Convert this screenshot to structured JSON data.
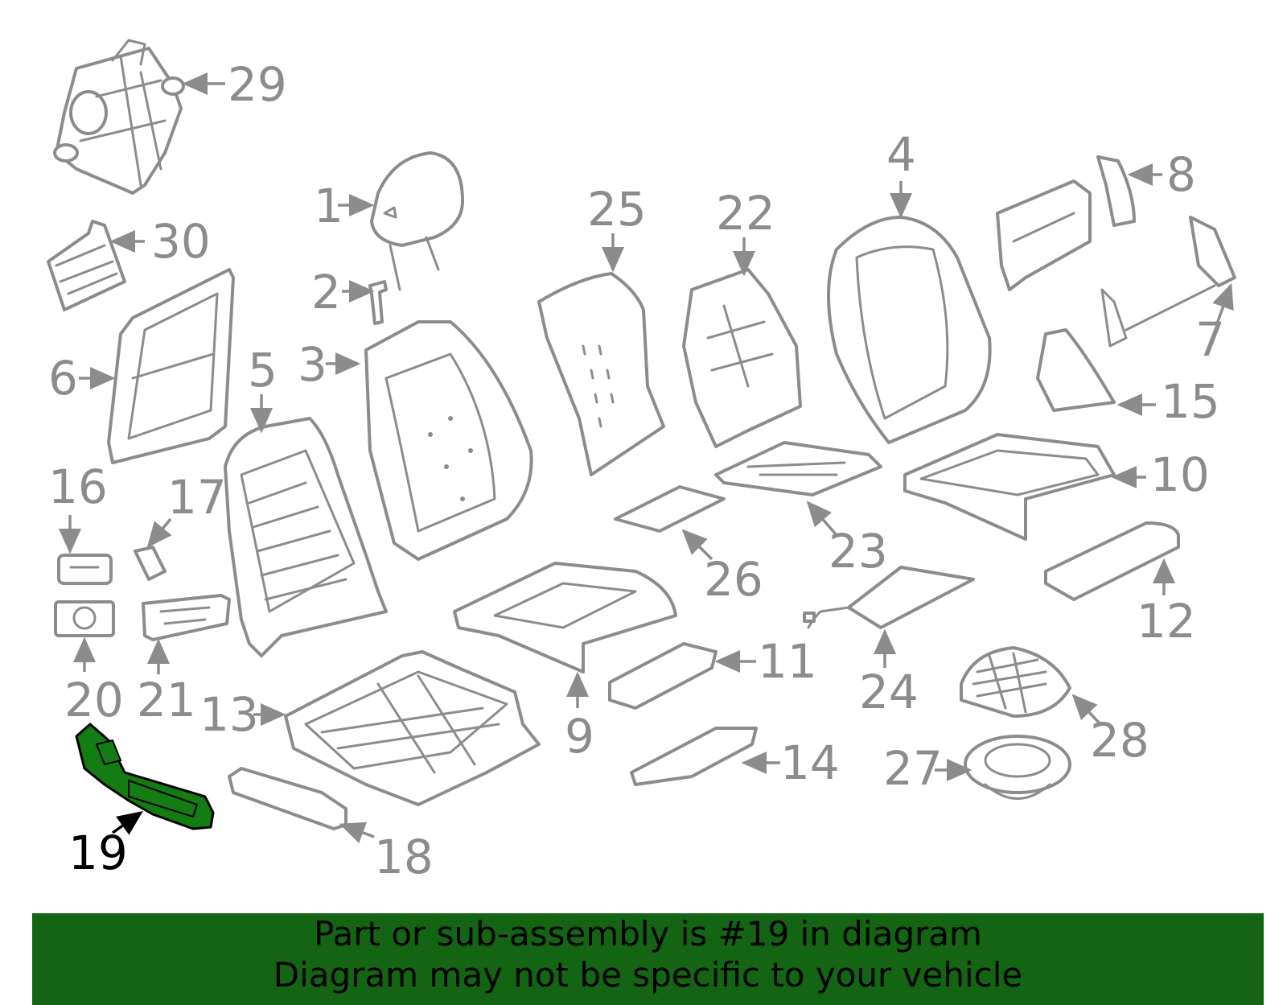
{
  "colors": {
    "line_art": "#8c8c8c",
    "highlight_part": "#137c13",
    "highlight_label": "#000000",
    "banner_background": "#136413",
    "banner_text": "#000000"
  },
  "highlighted_callout": "19",
  "callouts": [
    {
      "id": "c1",
      "label": "1"
    },
    {
      "id": "c2",
      "label": "2"
    },
    {
      "id": "c3",
      "label": "3"
    },
    {
      "id": "c4",
      "label": "4"
    },
    {
      "id": "c5",
      "label": "5"
    },
    {
      "id": "c6",
      "label": "6"
    },
    {
      "id": "c7",
      "label": "7"
    },
    {
      "id": "c8",
      "label": "8"
    },
    {
      "id": "c9",
      "label": "9"
    },
    {
      "id": "c10",
      "label": "10"
    },
    {
      "id": "c11",
      "label": "11"
    },
    {
      "id": "c12",
      "label": "12"
    },
    {
      "id": "c13",
      "label": "13"
    },
    {
      "id": "c14",
      "label": "14"
    },
    {
      "id": "c15",
      "label": "15"
    },
    {
      "id": "c16",
      "label": "16"
    },
    {
      "id": "c17",
      "label": "17"
    },
    {
      "id": "c18",
      "label": "18"
    },
    {
      "id": "c19",
      "label": "19"
    },
    {
      "id": "c20",
      "label": "20"
    },
    {
      "id": "c21",
      "label": "21"
    },
    {
      "id": "c22",
      "label": "22"
    },
    {
      "id": "c23",
      "label": "23"
    },
    {
      "id": "c24",
      "label": "24"
    },
    {
      "id": "c25",
      "label": "25"
    },
    {
      "id": "c26",
      "label": "26"
    },
    {
      "id": "c27",
      "label": "27"
    },
    {
      "id": "c28",
      "label": "28"
    },
    {
      "id": "c29",
      "label": "29"
    },
    {
      "id": "c30",
      "label": "30"
    }
  ],
  "banner": {
    "line1": "Part or sub-assembly is #19 in diagram",
    "line2": "Diagram may not be specific to your vehicle"
  }
}
